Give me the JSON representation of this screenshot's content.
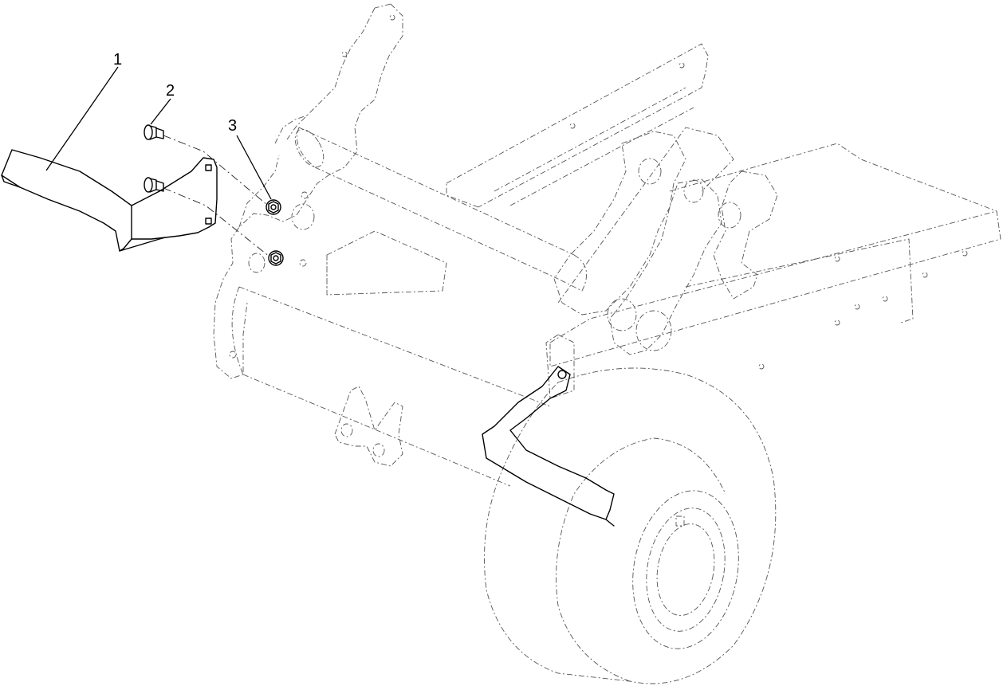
{
  "callouts": [
    {
      "id": "1",
      "label": "1",
      "part": "deflector"
    },
    {
      "id": "2",
      "label": "2",
      "part": "carriage-bolt"
    },
    {
      "id": "3",
      "label": "3",
      "part": "flange-nut"
    }
  ],
  "colors": {
    "line": "#000000",
    "phantom": "#555555",
    "background": "#ffffff"
  }
}
